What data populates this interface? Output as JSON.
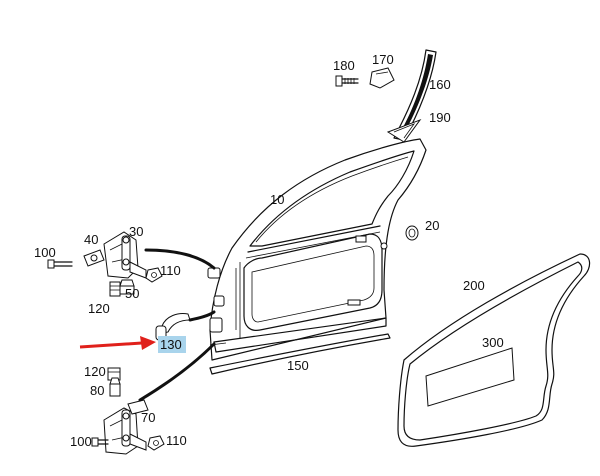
{
  "labels": {
    "p10": "10",
    "p20": "20",
    "p30": "30",
    "p40": "40",
    "p50": "50",
    "p70": "70",
    "p80": "80",
    "p100_top": "100",
    "p100_bottom": "100",
    "p110_top": "110",
    "p110_bottom": "110",
    "p120_top": "120",
    "p120_bottom": "120",
    "p130": "130",
    "p150": "150",
    "p160": "160",
    "p170": "170",
    "p180": "180",
    "p190": "190",
    "p200": "200",
    "p300": "300"
  },
  "highlight": {
    "part": "130",
    "color": "#a9d4ec"
  },
  "pointer": {
    "color": "#e0201b"
  },
  "line_color": "#111111"
}
